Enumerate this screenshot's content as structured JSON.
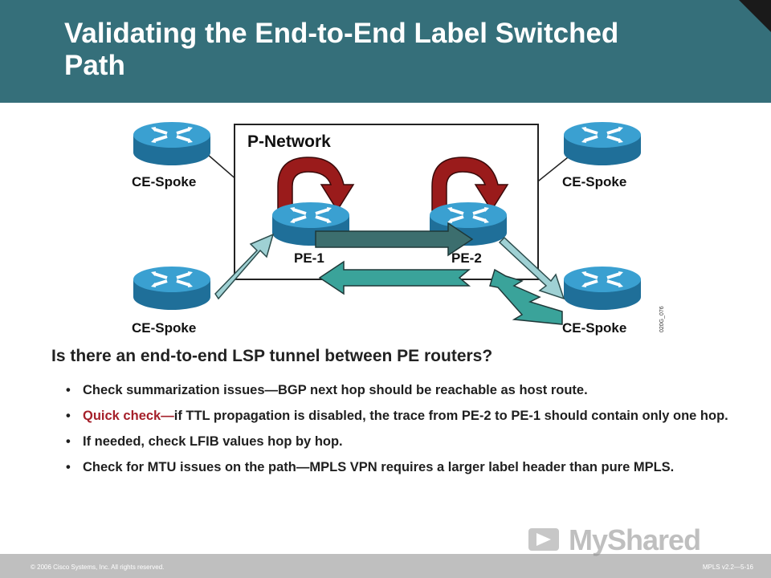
{
  "slide": {
    "title": "Validating the End-to-End Label Switched Path"
  },
  "diagram": {
    "network_label": "P-Network",
    "routers": {
      "ce_top_left": "CE-Spoke",
      "ce_bottom_left": "CE-Spoke",
      "ce_top_right": "CE-Spoke",
      "ce_bottom_right": "CE-Spoke",
      "pe1": "PE-1",
      "pe2": "PE-2"
    },
    "figure_code": "020G_076",
    "colors": {
      "router_blue": "#2f8fc0",
      "forward_arrow": "#3c6e6e",
      "return_arrow": "#3aa39a",
      "loop_arrow": "#9a1b1b",
      "access_arrow": "#9fd1d4"
    }
  },
  "body": {
    "question": "Is there an end-to-end LSP tunnel between PE routers?",
    "bullets": [
      {
        "text": "Check summarization issues—BGP next hop should be reachable as host route."
      },
      {
        "highlight": "Quick check—",
        "text": "if TTL propagation is disabled, the trace from PE-2 to PE-1 should contain only one hop."
      },
      {
        "text": "If needed, check LFIB values hop by hop."
      },
      {
        "text": "Check for MTU issues on the path—MPLS VPN requires a larger label header than pure MPLS."
      }
    ]
  },
  "footer": {
    "copyright": "© 2006 Cisco Systems, Inc. All rights reserved.",
    "course": "MPLS v2.2—5-16",
    "watermark": "MyShared"
  }
}
